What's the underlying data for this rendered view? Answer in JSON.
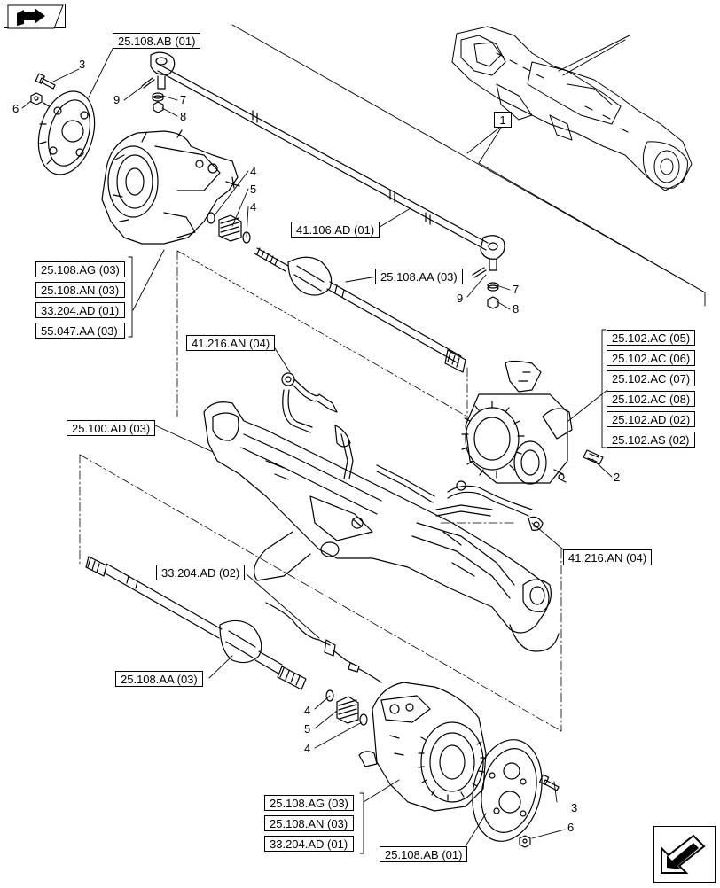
{
  "refs": {
    "tl_ab": "25.108.AB (01)",
    "tie_rod": "41.106.AD (01)",
    "left_ag": "25.108.AG (03)",
    "left_an": "25.108.AN (03)",
    "left_ad": "33.204.AD (01)",
    "left_aa47": "55.047.AA (03)",
    "shaft_aa_top": "25.108.AA (03)",
    "hose_top": "41.216.AN (04)",
    "diff_ac05": "25.102.AC (05)",
    "diff_ac06": "25.102.AC (06)",
    "diff_ac07": "25.102.AC (07)",
    "diff_ac08": "25.102.AC (08)",
    "diff_ad02": "25.102.AD (02)",
    "diff_as02": "25.102.AS (02)",
    "housing": "25.100.AD (03)",
    "hose_right": "41.216.AN (04)",
    "sensor": "33.204.AD (02)",
    "shaft_aa_bottom": "25.108.AA (03)",
    "right_ag": "25.108.AG (03)",
    "right_an": "25.108.AN (03)",
    "right_ad": "33.204.AD (01)",
    "br_ab": "25.108.AB (01)"
  },
  "callouts": {
    "n1": "1",
    "n2": "2",
    "n3a": "3",
    "n3b": "3",
    "n4a": "4",
    "n4b": "4",
    "n4c": "4",
    "n4d": "4",
    "n5a": "5",
    "n5b": "5",
    "n6a": "6",
    "n6b": "6",
    "n7a": "7",
    "n7b": "7",
    "n8a": "8",
    "n8b": "8",
    "n9a": "9",
    "n9b": "9"
  },
  "icons": {
    "top_left": "book-arrow-icon",
    "bottom_right": "next-page-arrow-icon"
  }
}
